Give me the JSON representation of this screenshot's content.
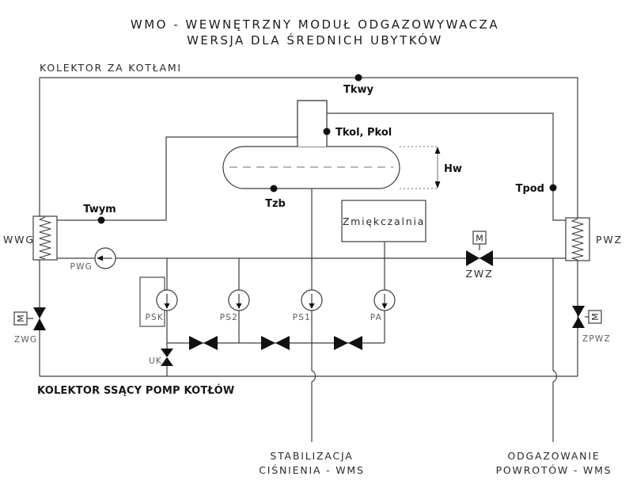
{
  "title": {
    "line1": "WMO - WEWNĘTRZNY MODUŁ ODGAZOWYWACZA",
    "line2": "WERSJA DLA ŚREDNICH UBYTKÓW"
  },
  "collectors": {
    "top": "KOLEKTOR ZA KOTŁAMI",
    "suction": "KOLEKTOR SSĄCY POMP KOTŁÓW"
  },
  "measurements": {
    "tkwy": "Tkwy",
    "tkol_pkol": "Tkol, Pkol",
    "tzb": "Tzb",
    "twym": "Twym",
    "tpod": "Tpod",
    "hw": "Hw"
  },
  "equipment": {
    "wwg": "WWG",
    "pwz": "PWZ",
    "softener": "Zmiękczalnia"
  },
  "pumps": {
    "pwg": "PWG",
    "psk": "PSK",
    "ps2": "PS2",
    "ps1": "PS1",
    "pa": "PA"
  },
  "valves": {
    "zwg": "ZWG",
    "zwz": "ZWZ",
    "zpwz": "ZPWZ",
    "uk": "UK",
    "motor": "M"
  },
  "outlets": {
    "stabilization_line1": "STABILIZACJA",
    "stabilization_line2": "CIŚNIENIA - WMS",
    "degassing_line1": "ODGAZOWANIE",
    "degassing_line2": "POWROTÓW - WMS"
  },
  "colors": {
    "line": "#3d3d3d",
    "symbol": "#101010",
    "muted": "#5d5d5d",
    "background": "#ffffff"
  }
}
